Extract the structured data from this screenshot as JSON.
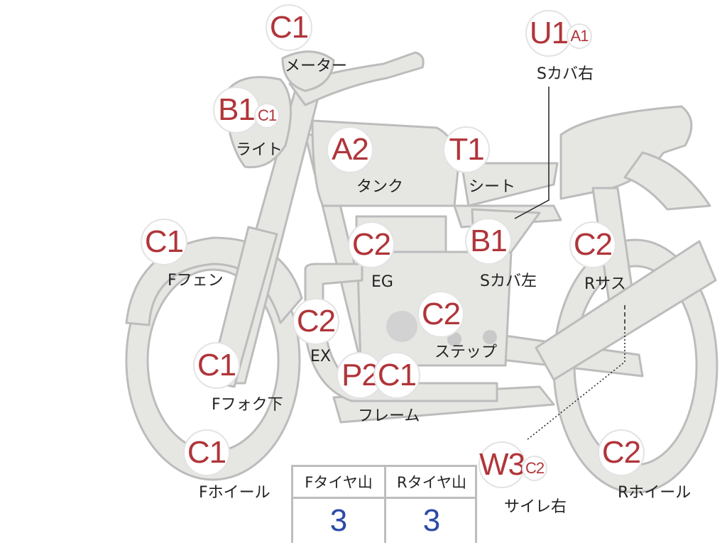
{
  "colors": {
    "part_fill": "#e6e6e3",
    "part_stroke": "#bcbcbc",
    "badge_text": "#b0353a",
    "value_text": "#2b4aa8"
  },
  "parts": {
    "meter": {
      "label": "メーター",
      "grades": [
        "C1"
      ]
    },
    "light": {
      "label": "ライト",
      "grades": [
        "B1",
        "C1"
      ]
    },
    "tank": {
      "label": "タンク",
      "grades": [
        "A2"
      ]
    },
    "seat": {
      "label": "シート",
      "grades": [
        "T1"
      ]
    },
    "side_cover_right": {
      "label": "Sカバ右",
      "grades": [
        "U1",
        "A1"
      ]
    },
    "side_cover_left": {
      "label": "Sカバ左",
      "grades": [
        "B1"
      ]
    },
    "front_fender": {
      "label": "Fフェン",
      "grades": [
        "C1"
      ]
    },
    "engine": {
      "label": "EG",
      "grades": [
        "C2"
      ]
    },
    "rear_suspension": {
      "label": "Rサス",
      "grades": [
        "C2"
      ]
    },
    "exhaust": {
      "label": "EX",
      "grades": [
        "C2"
      ]
    },
    "step": {
      "label": "ステップ",
      "grades": [
        "C2"
      ]
    },
    "front_fork_lower": {
      "label": "Fフォク下",
      "grades": [
        "C1"
      ]
    },
    "frame": {
      "label": "フレーム",
      "grades": [
        "P2",
        "C1"
      ]
    },
    "front_wheel": {
      "label": "Fホイール",
      "grades": [
        "C1"
      ]
    },
    "silencer_right": {
      "label": "サイレ右",
      "grades": [
        "W3",
        "C2"
      ]
    },
    "rear_wheel": {
      "label": "Rホイール",
      "grades": [
        "C2"
      ]
    }
  },
  "tread_table": {
    "headers": [
      "Fタイヤ山",
      "Rタイヤ山"
    ],
    "values": [
      "3",
      "3"
    ]
  }
}
